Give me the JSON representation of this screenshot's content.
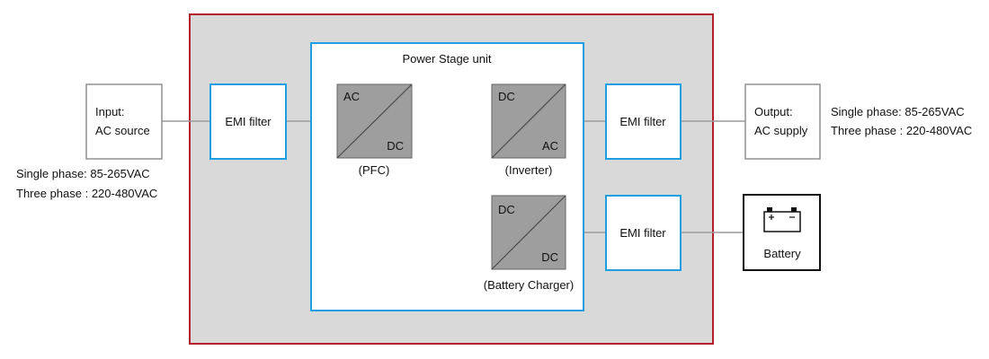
{
  "colors": {
    "outer_border": "#b3202a",
    "outer_fill": "#d9d9d9",
    "blue": "#1e9ee3",
    "gray_border": "#909090",
    "converter_fill": "#9e9e9e",
    "wire": "#9a9a9a",
    "node": "#555555"
  },
  "input": {
    "line1": "Input:",
    "line2": "AC source"
  },
  "input_spec": {
    "line1": "Single phase: 85-265VAC",
    "line2": "Three phase : 220-480VAC"
  },
  "emi_filter_in": "EMI filter",
  "power_stage": {
    "title": "Power Stage unit",
    "pfc": {
      "top": "AC",
      "bottom": "DC",
      "caption": "(PFC)"
    },
    "inverter": {
      "top": "DC",
      "bottom": "AC",
      "caption": "(Inverter)"
    },
    "charger": {
      "top": "DC",
      "bottom": "DC",
      "caption": "(Battery Charger)"
    }
  },
  "emi_filter_out": "EMI filter",
  "emi_filter_batt": "EMI filter",
  "output": {
    "line1": "Output:",
    "line2": "AC supply"
  },
  "output_spec": {
    "line1": "Single phase: 85-265VAC",
    "line2": "Three phase : 220-480VAC"
  },
  "battery": {
    "label": "Battery",
    "icon": "battery-icon"
  }
}
